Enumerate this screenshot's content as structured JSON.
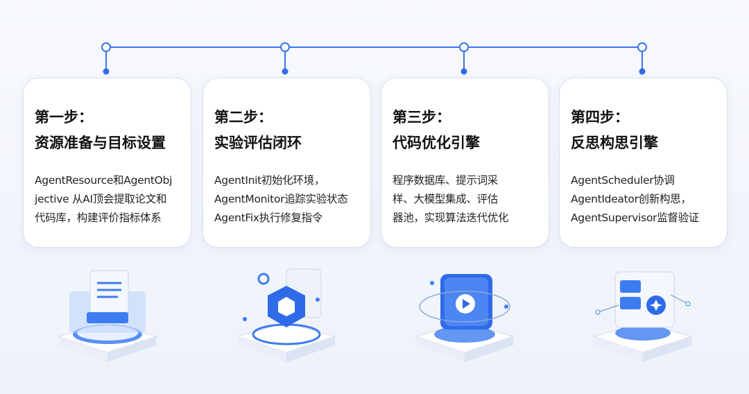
{
  "steps": [
    {
      "step": "第一步：",
      "title": "资源准备与目标设置",
      "lines": [
        "AgentResource和AgentObj",
        "jective 从AI顶会提取论文和",
        "代码库，构建评价指标体系"
      ],
      "icon": "document-stack-icon"
    },
    {
      "step": "第二步：",
      "title": "实验评估闭环",
      "lines": [
        "AgentInit初始化环境，",
        "AgentMonitor追踪实验状态",
        "AgentFix执行修复指令"
      ],
      "icon": "hexagon-loop-icon"
    },
    {
      "step": "第三步：",
      "title": "代码优化引擎",
      "lines": [
        "程序数据库、提示词采",
        "样、大模型集成、评估",
        "器池，实现算法迭代优化"
      ],
      "icon": "play-engine-icon"
    },
    {
      "step": "第四步：",
      "title": "反思构思引擎",
      "lines": [
        "AgentScheduler协调",
        "AgentIdeator创新构思，",
        "AgentSupervisor监督验证"
      ],
      "icon": "idea-board-icon"
    }
  ],
  "colors": {
    "accent": "#2f6ae8",
    "line": "#3b73ee"
  }
}
